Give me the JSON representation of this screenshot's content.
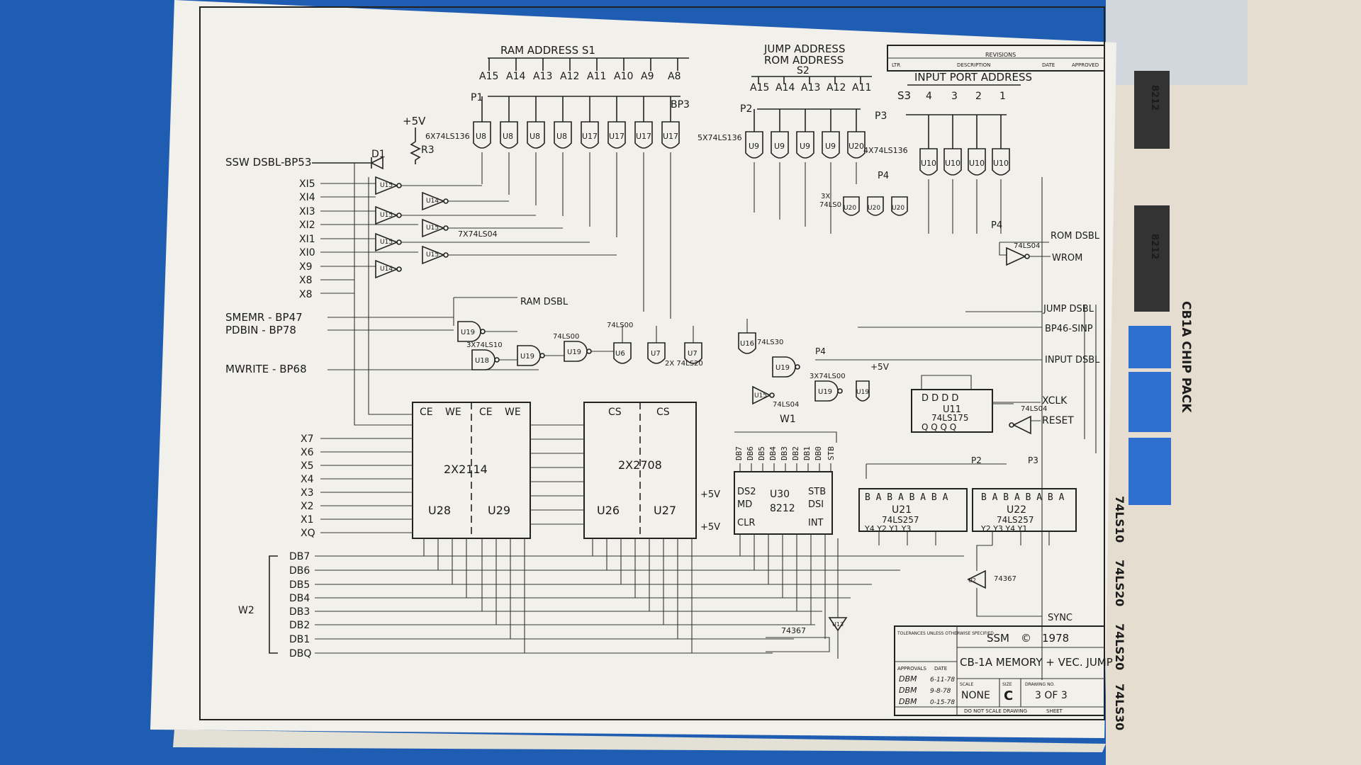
{
  "colors": {
    "background": "#1f5db3",
    "paper": "#f2f0ea",
    "ink": "#1b1b1b",
    "right_card": "#e4ddd0"
  },
  "sections": {
    "ram_address": "RAM ADDRESS  S1",
    "jump_address": "JUMP ADDRESS",
    "rom_address": "ROM ADDRESS",
    "rom_s2": "S2",
    "input_port": "INPUT PORT ADDRESS",
    "s3": "S3",
    "revisions": "REVISIONS",
    "rev_ltr": "LTR",
    "rev_desc": "DESCRIPTION",
    "rev_date": "DATE",
    "rev_approved": "APPROVED"
  },
  "ram_addr_bits": [
    "A15",
    "A14",
    "A13",
    "A12",
    "A11",
    "A10",
    "A9",
    "A8"
  ],
  "rom_addr_bits": [
    "A15",
    "A14",
    "A13",
    "A12",
    "A11"
  ],
  "input_addr_bits": [
    "4",
    "3",
    "2",
    "1"
  ],
  "connectors": {
    "p1": "P1",
    "p2": "P2",
    "p3": "P3",
    "p4": "P4",
    "bp3": "BP3"
  },
  "supply": {
    "vcc": "+5V",
    "r3": "R3",
    "d1": "D1"
  },
  "ic_groups": {
    "u8_u17": "6X74LS136",
    "u9_u20": "5X74LS136",
    "u10": "4X74LS136",
    "inverters": "7X74LS04",
    "nand3": "3X74LS10",
    "u20_3x": "3X",
    "u20_74ls": "74LS0",
    "nand4": "2X 74LS20",
    "ls00_a": "74LS00",
    "ls00_b": "74LS00",
    "ls30": "74LS30",
    "ls00_3x": "3X74LS00",
    "u15_ls04": "74LS04",
    "ls04_right": "74LS04",
    "ls04_xclk": "74LS04"
  },
  "gate_labels": {
    "u8": "U8",
    "u17": "U17",
    "u9": "U9",
    "u20": "U20",
    "u10": "U10",
    "u15": "U15",
    "u14": "U14",
    "u19": "U19",
    "u18": "U18",
    "u16": "U16",
    "u7": "U7",
    "u6": "U6",
    "u11": "U11",
    "u2": "U2",
    "u13": "U13"
  },
  "left_signals": {
    "ssw_dsbl": "SSW DSBL-BP53",
    "x_lines": [
      "XI5",
      "XI4",
      "XI3",
      "XI2",
      "XI1",
      "XI0",
      "X9",
      "X8",
      "X8"
    ],
    "smemr": "SMEMR - BP47",
    "pdbin": "PDBIN - BP78",
    "mwrite": "MWRITE - BP68",
    "x_low": [
      "X7",
      "X6",
      "X5",
      "X4",
      "X3",
      "X2",
      "X1",
      "XQ"
    ],
    "db_bus": [
      "DB7",
      "DB6",
      "DB5",
      "DB4",
      "DB3",
      "DB2",
      "DB1",
      "DBQ"
    ],
    "w2": "W2"
  },
  "right_signals": {
    "rom_dsbl": "ROM DSBL",
    "wrom": "WROM",
    "jump_dsbl": "JUMP DSBL",
    "bp46": "BP46-SINP",
    "input_dsbl": "INPUT DSBL",
    "xclk": "XCLK",
    "reset": "RESET",
    "sync": "SYNC",
    "ram_dsbl": "RAM DSBL"
  },
  "chips": {
    "ram": {
      "name": "2X2114",
      "left": "U28",
      "right": "U29",
      "ce": "CE",
      "we": "WE"
    },
    "rom": {
      "name": "2X2708",
      "left": "U26",
      "right": "U27",
      "cs": "CS"
    },
    "latch": {
      "name": "U30",
      "part": "8212",
      "pins_top": [
        "DB7",
        "DB6",
        "DB5",
        "DB4",
        "DB3",
        "DB2",
        "DB1",
        "DB0",
        "STB"
      ],
      "ds2": "DS2",
      "md": "MD",
      "clr": "CLR",
      "stb": "STB",
      "dsi": "DSI",
      "int": "INT",
      "w1": "W1"
    },
    "u11": {
      "name": "U11",
      "part": "74LS175",
      "d": "D  D  D  D",
      "q": "Q  Q  Q  Q"
    },
    "u21": {
      "name": "U21",
      "part": "74LS257",
      "ab": "B A B A B A B A",
      "y": "Y4  Y2  Y1  Y3"
    },
    "u22": {
      "name": "U22",
      "part": "74LS257",
      "ab": "B A B A B A B A",
      "y": "Y2  Y3  Y4  Y1"
    },
    "u2": "74367",
    "u13": "74367"
  },
  "title_block": {
    "company": "SSM",
    "year": "1978",
    "copyright": "©",
    "title": "CB-1A MEMORY + VEC. JUMP",
    "scale_label": "SCALE",
    "scale": "NONE",
    "size_label": "SIZE",
    "size": "C",
    "dwg_label": "DRAWING NO.",
    "sheet": "3 OF 3",
    "tolerances": "TOLERANCES UNLESS OTHERWISE SPECIFIED",
    "approvals": "APPROVALS",
    "date_label": "DATE",
    "sign_1": "DBM",
    "date_1": "6-11-78",
    "sign_2": "DBM",
    "date_2": "9-8-78",
    "sign_3": "DBM",
    "date_3": "0-15-78",
    "note": "DO NOT SCALE DRAWING",
    "sheet_label": "SHEET"
  },
  "right_card": {
    "title": "CB1A CHIP PACK",
    "chip_8212_a": "8212",
    "chip_8212_b": "8212",
    "parts": [
      "74LS10",
      "74LS20",
      "74LS20",
      "74LS30"
    ]
  }
}
